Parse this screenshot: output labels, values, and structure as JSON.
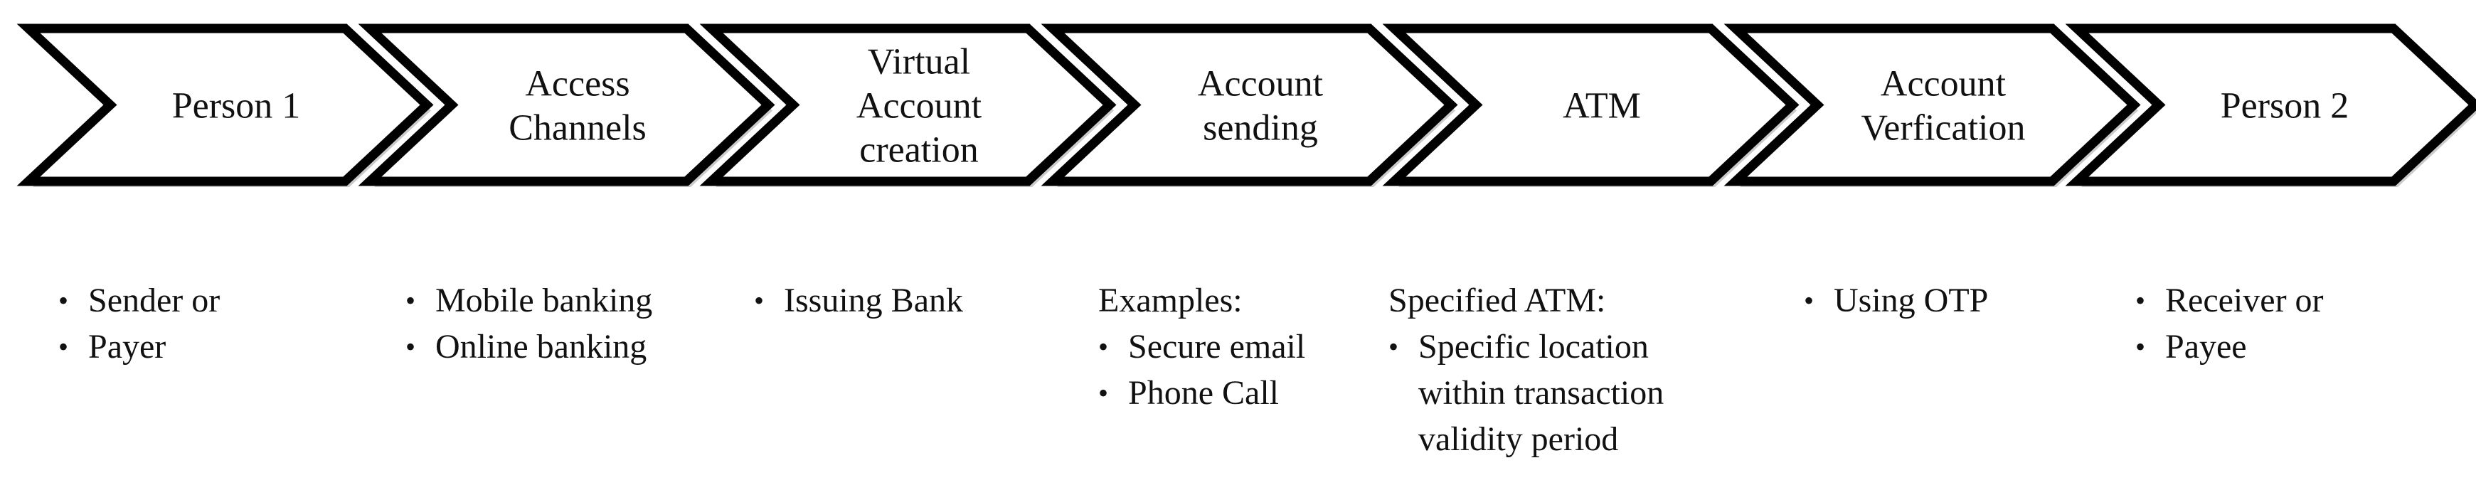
{
  "steps": [
    {
      "lines": [
        "Person 1"
      ],
      "heading": "",
      "notes": [
        "Sender or",
        "Payer"
      ]
    },
    {
      "lines": [
        "Access",
        "Channels"
      ],
      "heading": "",
      "notes": [
        "Mobile banking",
        "Online banking"
      ]
    },
    {
      "lines": [
        "Virtual",
        "Account",
        "creation"
      ],
      "heading": "",
      "notes": [
        "Issuing Bank"
      ]
    },
    {
      "lines": [
        "Account",
        "sending"
      ],
      "heading": "Examples:",
      "notes": [
        "Secure email",
        "Phone Call"
      ]
    },
    {
      "lines": [
        "ATM"
      ],
      "heading": "Specified ATM:",
      "notes": [
        "Specific location within transaction validity period"
      ]
    },
    {
      "lines": [
        "Account",
        "Verfication"
      ],
      "heading": "",
      "notes": [
        "Using OTP"
      ]
    },
    {
      "lines": [
        "Person 2"
      ],
      "heading": "",
      "notes": [
        "Receiver or",
        "Payee"
      ]
    }
  ]
}
